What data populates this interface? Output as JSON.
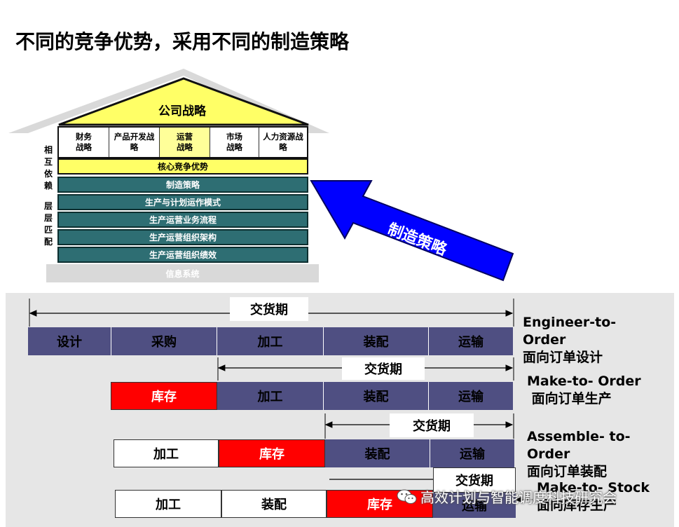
{
  "title": "不同的竞争优势，采用不同的制造策略",
  "house": {
    "roof_label": "公司战略",
    "strategies": [
      "财务\n战略",
      "产品开发战\n略",
      "运营\n战略",
      "市场\n战略",
      "人力资源战\n略"
    ],
    "core": "核心竞争优势",
    "layers": [
      "制造策略",
      "生产与计划运作模式",
      "生产运营业务流程",
      "生产运营组织架构",
      "生产运营组织绩效"
    ],
    "foundation": "信息系统",
    "side_top": "相\n互\n依\n赖",
    "side_bottom": "层\n层\n匹\n配"
  },
  "arrow_label": "制造策略",
  "rows": [
    {
      "lead_time": "交货期",
      "segments": [
        "设计",
        "采购",
        "加工",
        "装配",
        "运输"
      ],
      "label": "Engineer-to-\nOrder\n面向订单设计"
    },
    {
      "lead_time": "交货期",
      "segments": [
        "库存",
        "加工",
        "装配",
        "运输"
      ],
      "label": "Make-to- Order\n 面向订单生产"
    },
    {
      "lead_time": "交货期",
      "segments": [
        "加工",
        "库存",
        "装配",
        "运输"
      ],
      "label": "Assemble- to-\nOrder\n面向订单装配"
    },
    {
      "lead_time": "交货期",
      "segments": [
        "加工",
        "装配",
        "库存",
        "运输"
      ],
      "label": "Make-to- Stock\n面向库存生产"
    }
  ],
  "watermark": "高效计划与智能调度科技研究会",
  "colors": {
    "teal": "#2e6e73",
    "yellow": "#ffff66",
    "navy": "#4f4f82",
    "red": "#ff0000",
    "blue_arrow": "#0000ff"
  }
}
